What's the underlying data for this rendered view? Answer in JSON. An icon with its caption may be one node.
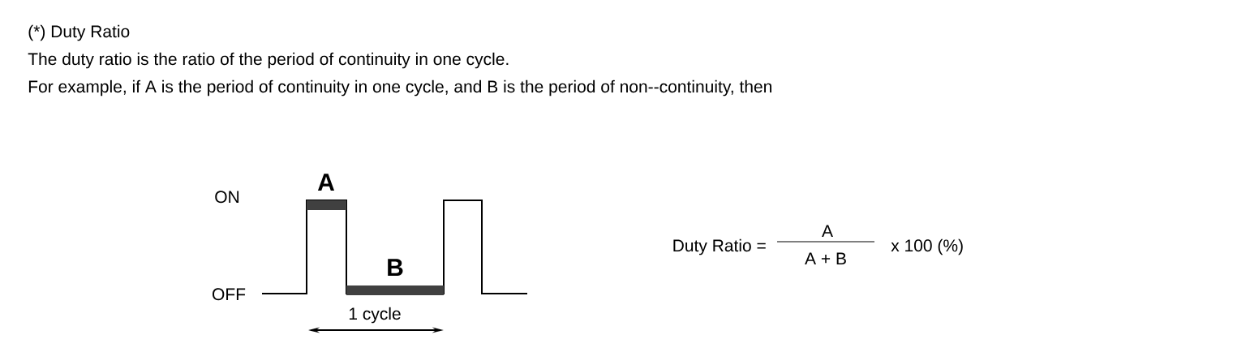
{
  "diagram": {
    "title": "(*) Duty Ratio",
    "labels": [
      "The duty ratio is the ratio of the period of continuity in one cycle.",
      "For example, if A is the period of continuity in one cycle, and B is the period of non--continuity, then",
      "ON",
      "A",
      "B",
      "OFF",
      "1 cycle",
      "Duty Ratio =",
      "A",
      "A + B",
      "x 100 (%)"
    ]
  }
}
